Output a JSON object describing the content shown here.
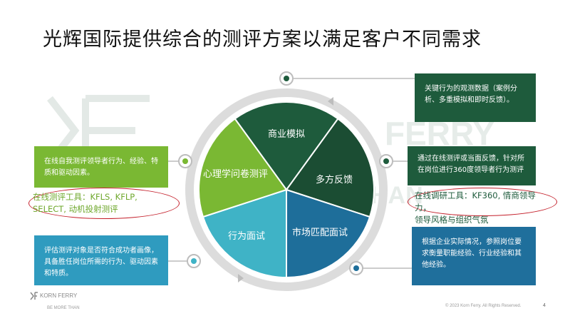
{
  "title": "光辉国际提供综合的测评方案以满足客户不同需求",
  "watermark": {
    "letters": "FERRY",
    "word": "HAN"
  },
  "pie": {
    "center": "商业模拟",
    "segments": [
      "商业模拟",
      "多方反馈",
      "市场匹配面试",
      "行为面试",
      "心理学问卷测评"
    ]
  },
  "boxes": {
    "top_left": "在线自我测评领导者行为、经验、特质和驱动因素。",
    "bottom_left": "评估测评对象是否符合成功者画像，具备胜任岗位所需的行为、驱动因素和特质。",
    "top_right": "关键行为的观测数据（案例分析、多重模拟和即时反馈）。",
    "mid_right": "通过在线测评或当面反馈，针对所在岗位进行360度领导者行为测评",
    "bottom_right": "根据企业实际情况，参照岗位要求衡量职能经验、行业经验和其他经验。"
  },
  "callouts": {
    "left_line1": "在线测评工具：KFLS, KFLP,",
    "left_line2": "SELECT, 动机投射测评",
    "right_line1": "在线调研工具：KF360, 情商领导力，",
    "right_line2": "领导风格与组织气氛"
  },
  "footer": {
    "logo": "KORN FERRY",
    "tagline": "BE MORE THAN",
    "copyright": "© 2023 Korn Ferry. All Rights Reserved.",
    "page": "4"
  },
  "colors": {
    "light_green": "#7ab833",
    "dark_green": "#1e5b3c",
    "teal": "#1e83b0",
    "light_teal": "#3fb3c6",
    "ring": "#d9d9d9",
    "oval": "#c4202b"
  }
}
